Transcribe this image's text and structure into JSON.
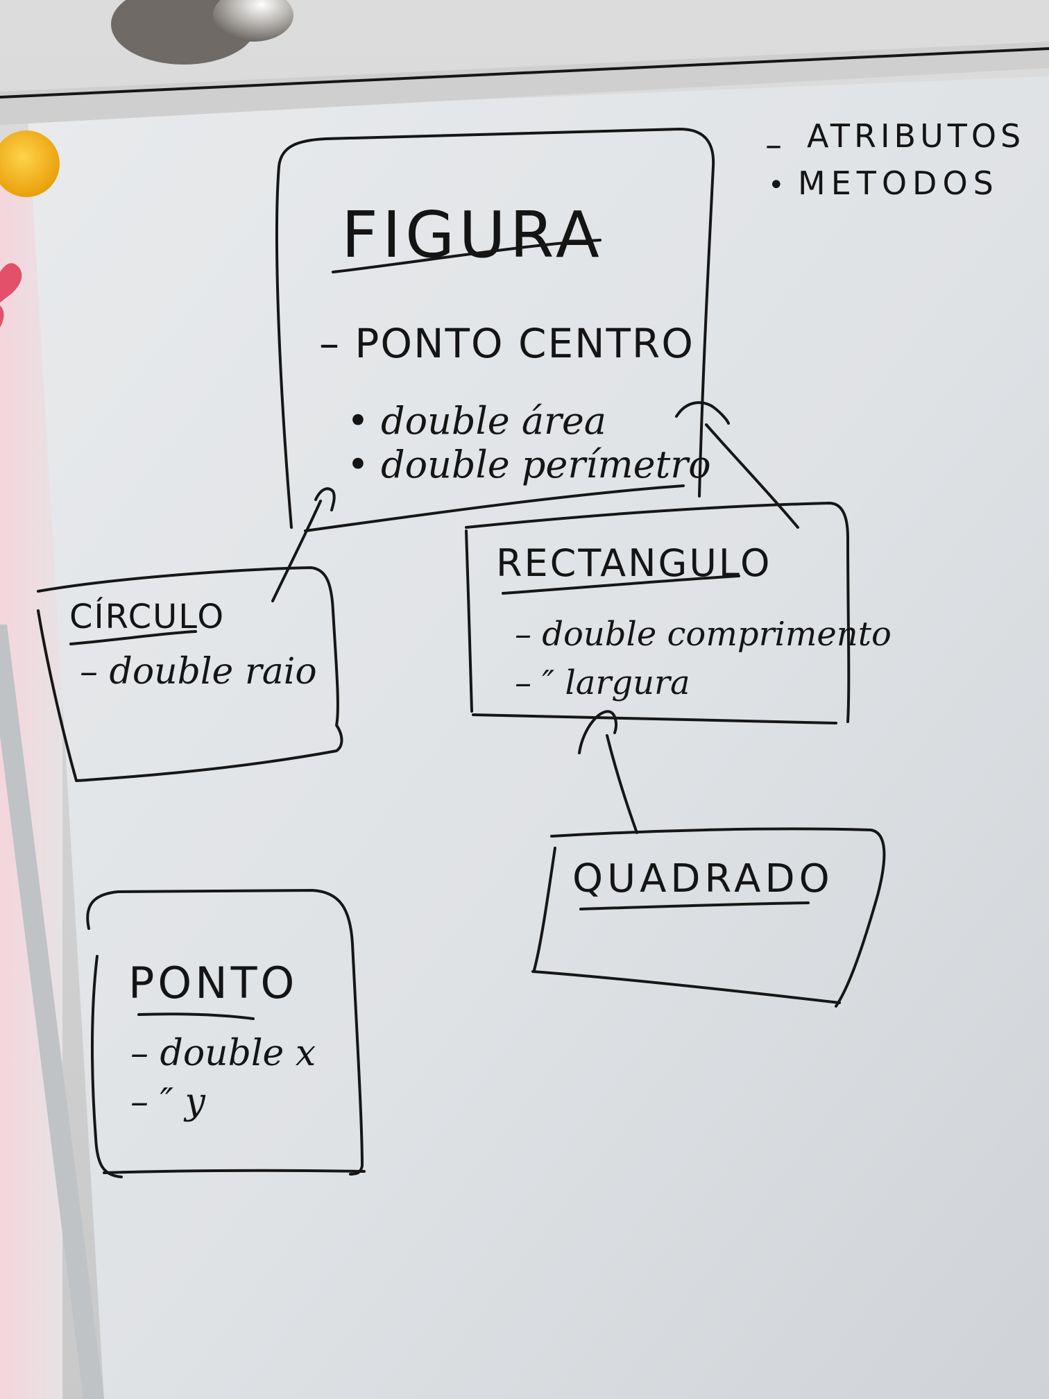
{
  "legend": {
    "attributes_label": "ATRIBUTOS",
    "methods_label": "METODOS",
    "attributes_marker": "–",
    "methods_marker": "•"
  },
  "classes": {
    "figura": {
      "name": "FIGURA",
      "attributes": [
        "– PONTO CENTRO"
      ],
      "methods": [
        "• double área",
        "• double perímetro"
      ]
    },
    "circulo": {
      "name": "CÍRCULO",
      "attributes": [
        "– double raio"
      ]
    },
    "rectangulo": {
      "name": "RECTANGULO",
      "attributes": [
        "– double comprimento",
        "– ″      largura"
      ]
    },
    "quadrado": {
      "name": "QUADRADO"
    },
    "ponto": {
      "name": "PONTO",
      "attributes": [
        "– double x",
        "–   ″   y"
      ]
    }
  },
  "relations": [
    {
      "from": "circulo",
      "to": "figura",
      "type": "inheritance"
    },
    {
      "from": "rectangulo",
      "to": "figura",
      "type": "inheritance"
    },
    {
      "from": "quadrado",
      "to": "rectangulo",
      "type": "inheritance"
    }
  ],
  "colors": {
    "ink": "#161616",
    "board": "#e4e7ea",
    "wall": "#cfd2d5",
    "magnet_yellow": "#f2ac12",
    "magnet_pink": "#e2506a"
  }
}
